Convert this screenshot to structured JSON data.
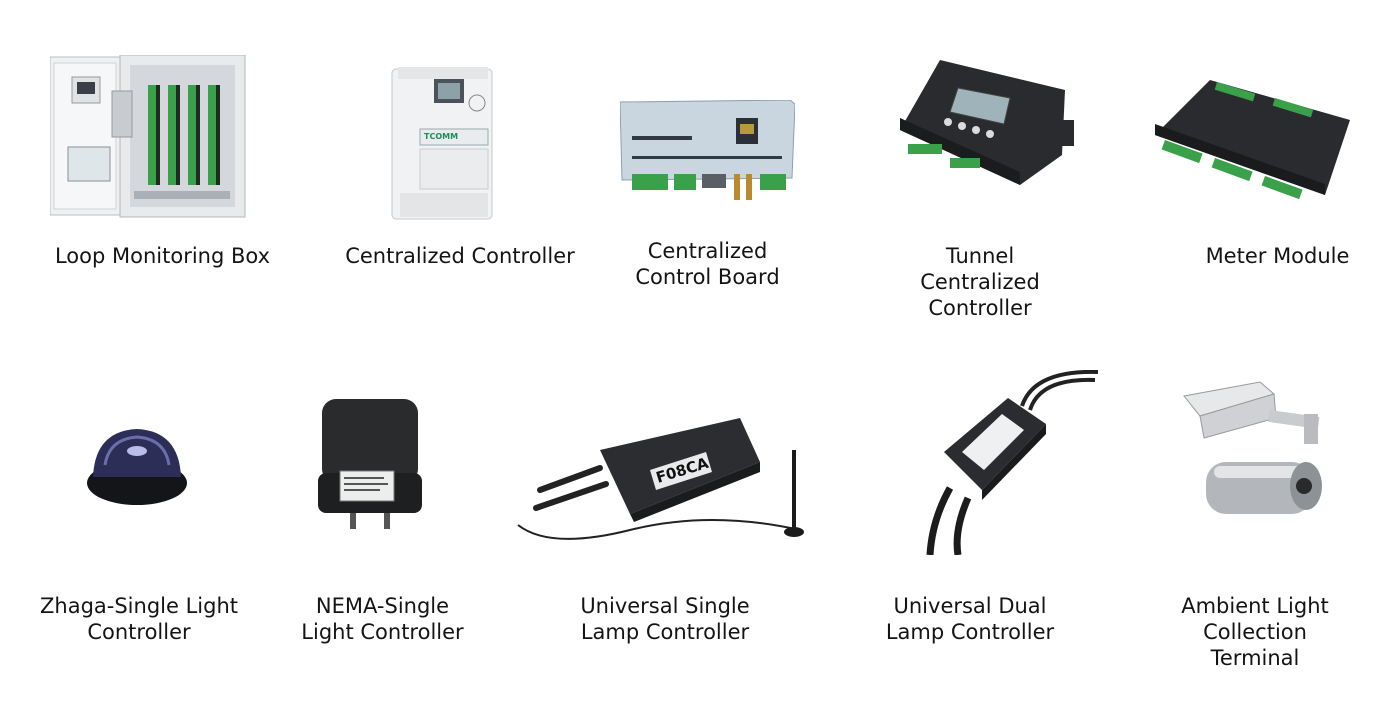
{
  "products": [
    {
      "lines": [
        "Loop Monitoring Box"
      ]
    },
    {
      "lines": [
        "Centralized Controller"
      ]
    },
    {
      "lines": [
        "Centralized",
        "Control Board"
      ]
    },
    {
      "lines": [
        "Tunnel",
        "Centralized",
        "Controller"
      ]
    },
    {
      "lines": [
        "Meter Module"
      ]
    },
    {
      "lines": [
        "Zhaga-Single Light",
        "Controller"
      ]
    },
    {
      "lines": [
        "NEMA-Single",
        "Light Controller"
      ]
    },
    {
      "lines": [
        "Universal Single",
        "Lamp Controller"
      ]
    },
    {
      "lines": [
        "Universal Dual",
        "Lamp Controller"
      ]
    },
    {
      "lines": [
        "Ambient Light",
        "Collection",
        "Terminal"
      ]
    }
  ],
  "device_text": {
    "controller_brand": "TCOMM",
    "lamp_controller_model": "F08CA"
  },
  "colors": {
    "terminal_green": "#3aa04a",
    "cabinet_grey": "#e6e8ea",
    "device_dark": "#2a2b2e"
  }
}
